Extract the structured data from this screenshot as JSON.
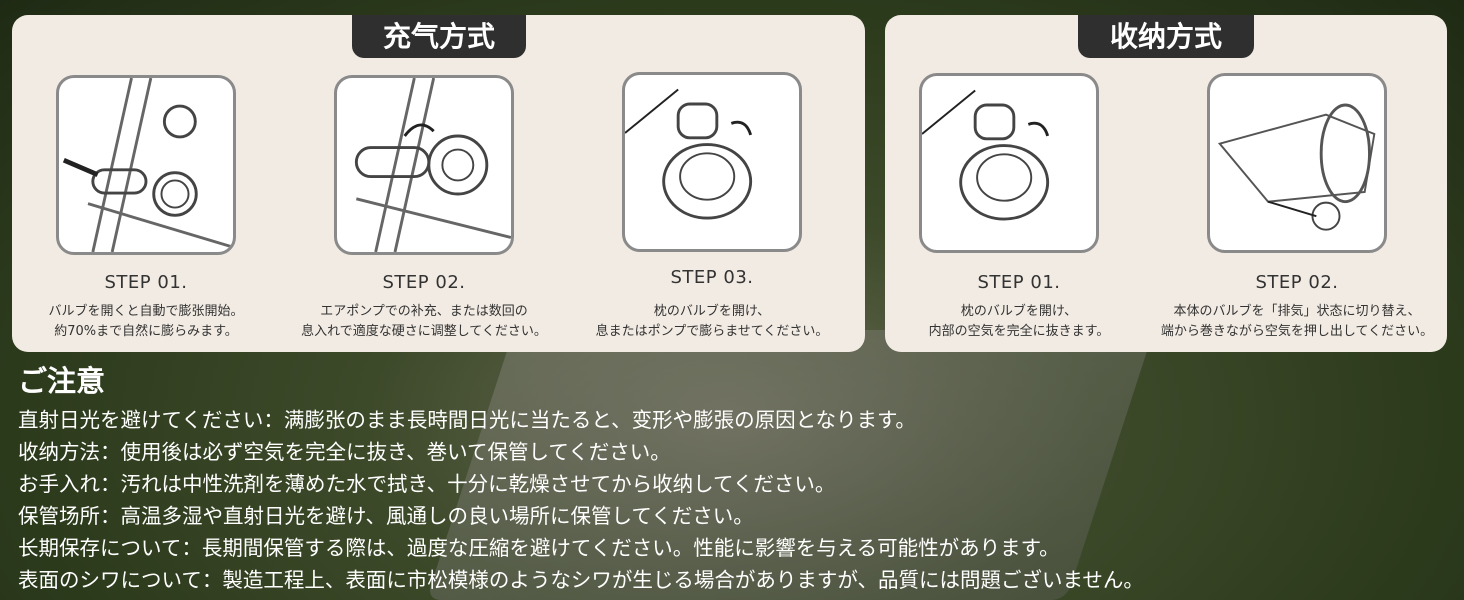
{
  "inflate": {
    "title": "充气方式",
    "steps": [
      {
        "label": "STEP 01.",
        "lines": [
          "バルブを開くと自動で膨张開始。",
          "約70%まで自然に膨らみます。"
        ]
      },
      {
        "label": "STEP 02.",
        "lines": [
          "エアポンプでの补充、または数回の",
          "息入れで適度な硬さに调整してください。"
        ]
      },
      {
        "label": "STEP 03.",
        "lines": [
          "枕のバルブを開け、",
          "息またはポンプで膨らませてください。"
        ]
      }
    ]
  },
  "storage": {
    "title": "收纳方式",
    "steps": [
      {
        "label": "STEP 01.",
        "lines": [
          "枕のバルブを開け、",
          "内部の空気を完全に抜きます。"
        ]
      },
      {
        "label": "STEP 02.",
        "lines": [
          "本体のバルブを「排気」状态に切り替え、",
          "端から巻きながら空気を押し出してください。"
        ]
      }
    ]
  },
  "notes": {
    "heading": "ご注意",
    "items": [
      "直射日光を避けてください：满膨张のまま長時間日光に当たると、变形や膨張の原因となります。",
      "收纳方法：使用後は必ず空気を完全に抜き、巻いて保管してください。",
      "お手入れ：汚れは中性洗剤を薄めた水で拭き、十分に乾燥させてから收纳してください。",
      "保管场所：高温多湿や直射日光を避け、風通しの良い場所に保管してください。",
      "长期保存について：長期間保管する際は、過度な圧縮を避けてください。性能に影響を与える可能性があります。",
      "表面のシワについて：製造工程上、表面に市松模様のようなシワが生じる場合がありますが、品質には問題ございません。"
    ]
  }
}
